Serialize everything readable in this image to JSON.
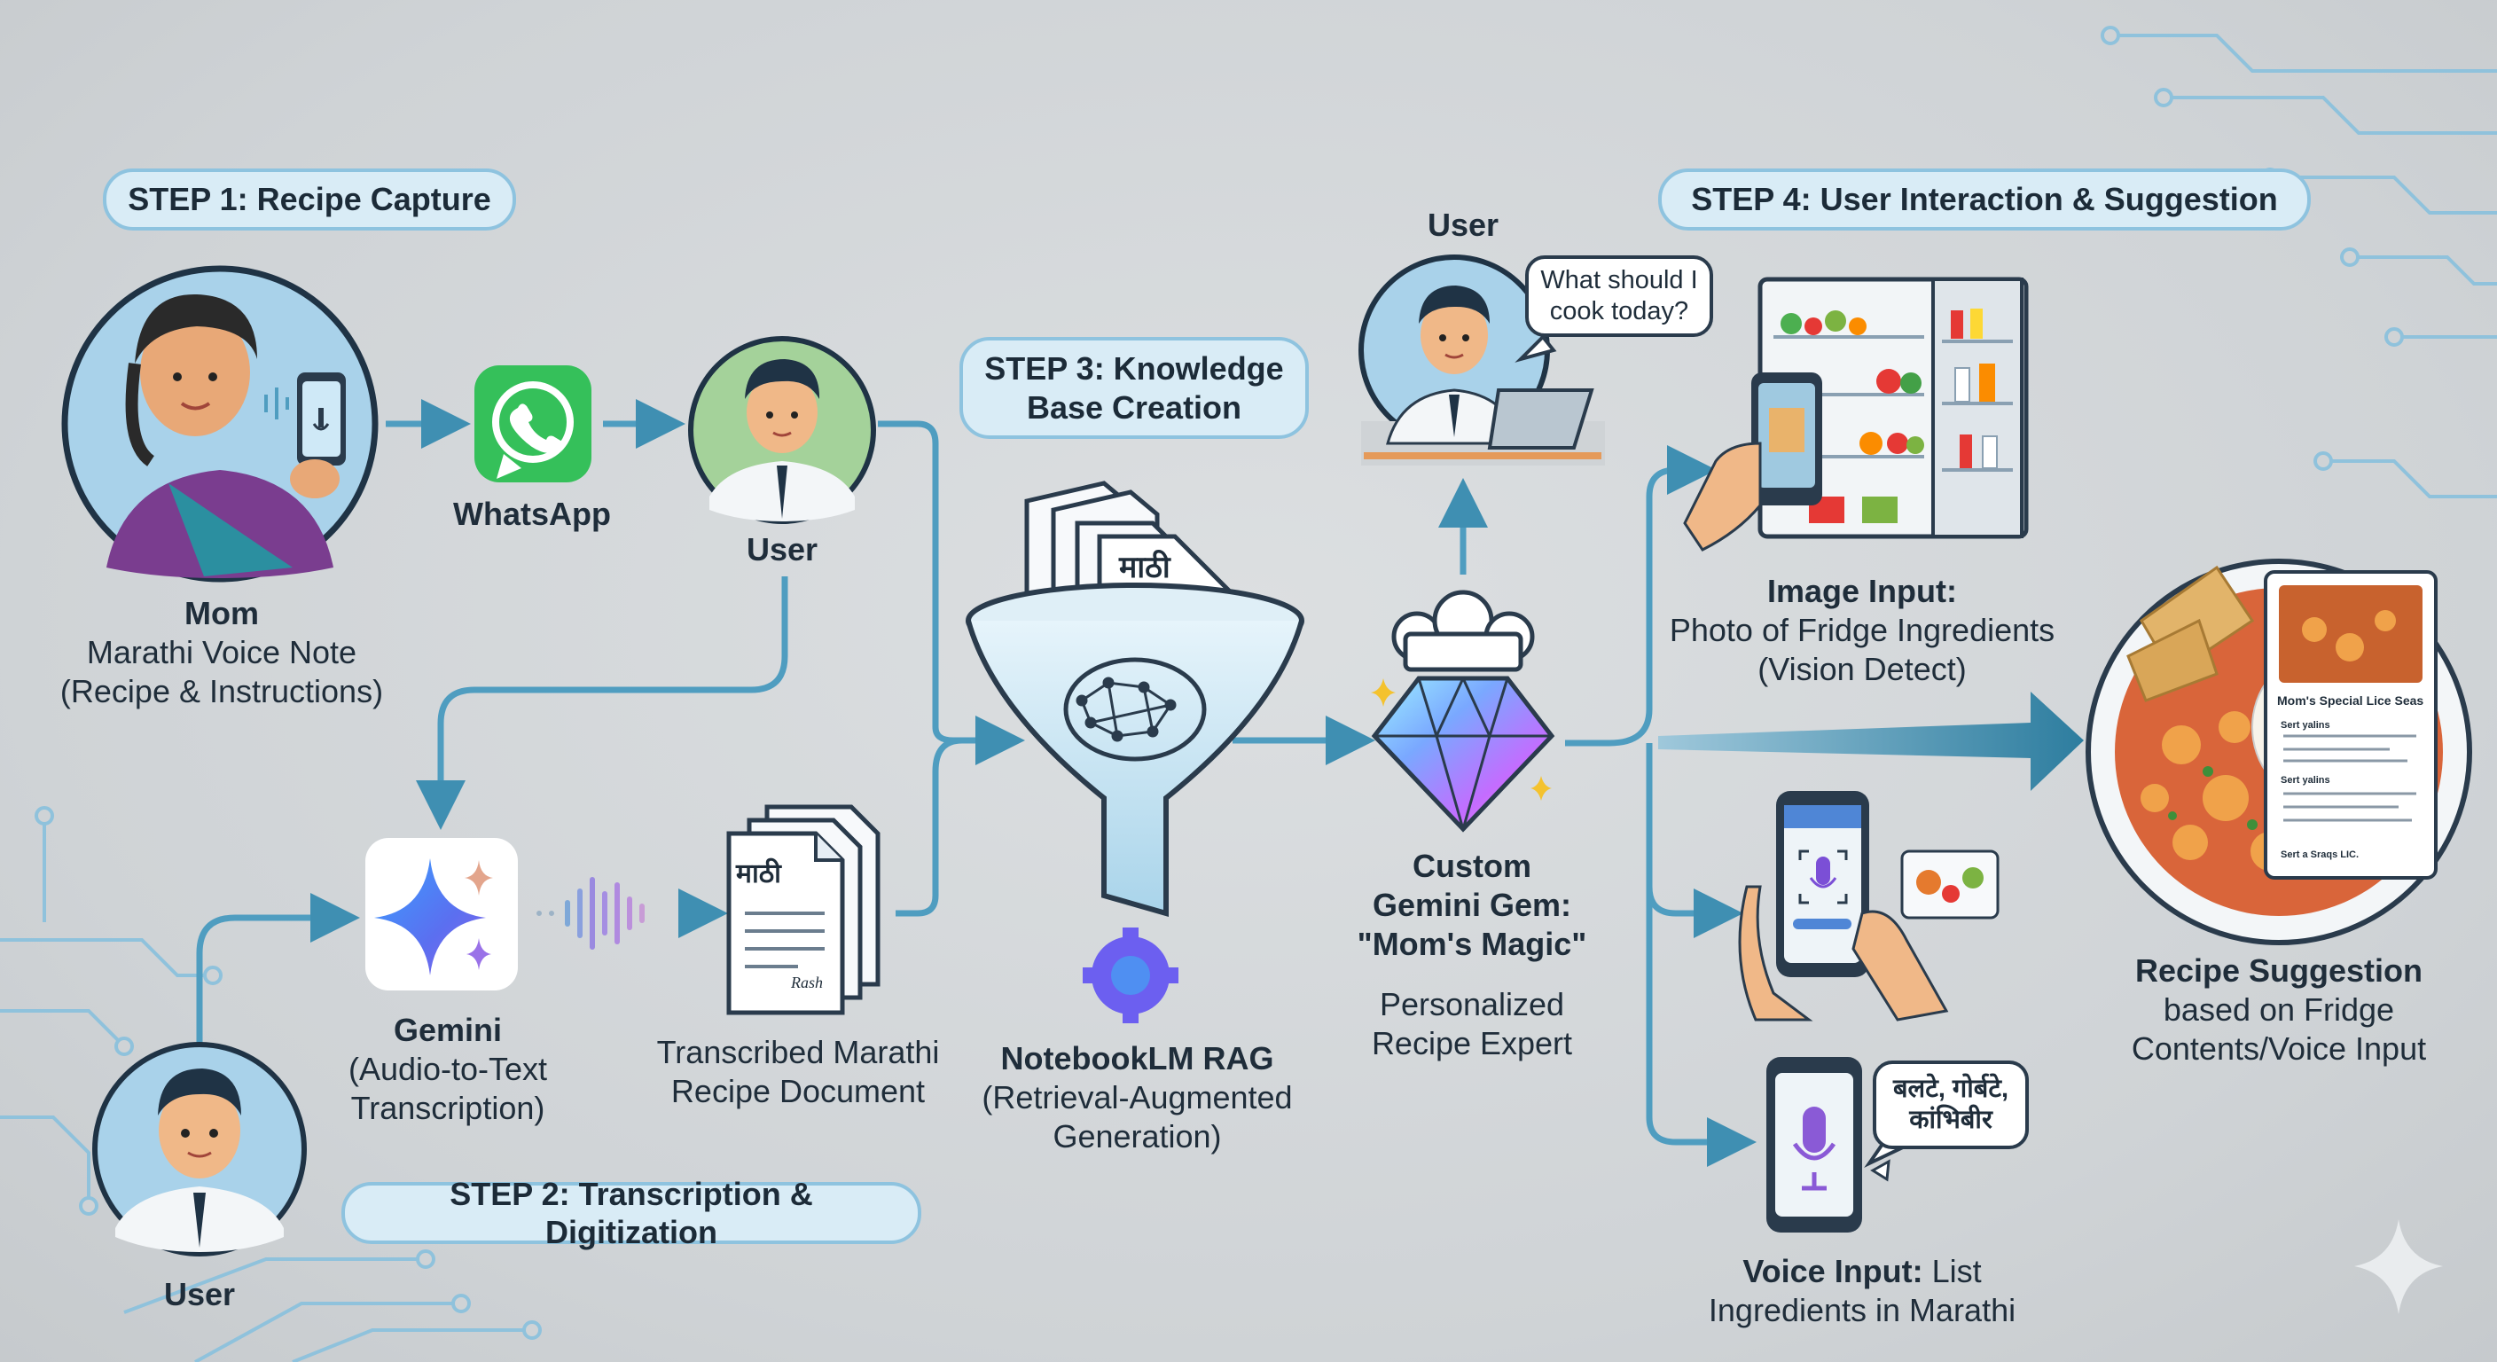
{
  "steps": {
    "step1": "STEP 1: Recipe Capture",
    "step2": "STEP 2: Transcription & Digitization",
    "step3": "STEP 3: Knowledge Base Creation",
    "step4": "STEP 4: User Interaction & Suggestion"
  },
  "mom": {
    "name": "Mom",
    "line1": "Marathi Voice Note",
    "line2": "(Recipe & Instructions)"
  },
  "whatsapp": {
    "label": "WhatsApp"
  },
  "user_top": {
    "label": "User"
  },
  "user_bottom": {
    "label": "User"
  },
  "user_laptop": {
    "label": "User",
    "bubble": "What should I cook today?"
  },
  "gemini": {
    "name": "Gemini",
    "line1": "(Audio-to-Text",
    "line2": "Transcription)"
  },
  "transcribed": {
    "line1": "Transcribed Marathi",
    "line2": "Recipe Document",
    "doc_word": "माठी",
    "signature": "Rash"
  },
  "notebook": {
    "title": "NotebookLM RAG",
    "line1": "(Retrieval-Augmented",
    "line2": "Generation)",
    "doc_word": "माठी"
  },
  "gem": {
    "line1": "Custom",
    "line2": "Gemini Gem:",
    "line3": "\"Mom's Magic\"",
    "sub1": "Personalized",
    "sub2": "Recipe Expert"
  },
  "image_input": {
    "title": "Image Input:",
    "line1": "Photo of Fridge Ingredients",
    "line2": "(Vision Detect)"
  },
  "voice_input": {
    "title": "Voice Input:",
    "title_rest": " List",
    "line2": "Ingredients in Marathi",
    "bubble": "बलटे, गोर्बटे, कांभिबीर"
  },
  "recipe": {
    "line1": "Recipe Suggestion",
    "line2": "based on Fridge",
    "line3": "Contents/Voice Input",
    "card_title": "Mom's Special Lice Seas",
    "card_h1": "Sert yalins",
    "card_h2": "Sert yalins",
    "card_foot": "Sert a Sraqs LIC."
  },
  "colors": {
    "accent": "#5fa9cc",
    "arrow": "#3f8fb2",
    "circle_border": "#1f3345",
    "whatsapp": "#35c05a",
    "ground": "#cfd3d6"
  }
}
